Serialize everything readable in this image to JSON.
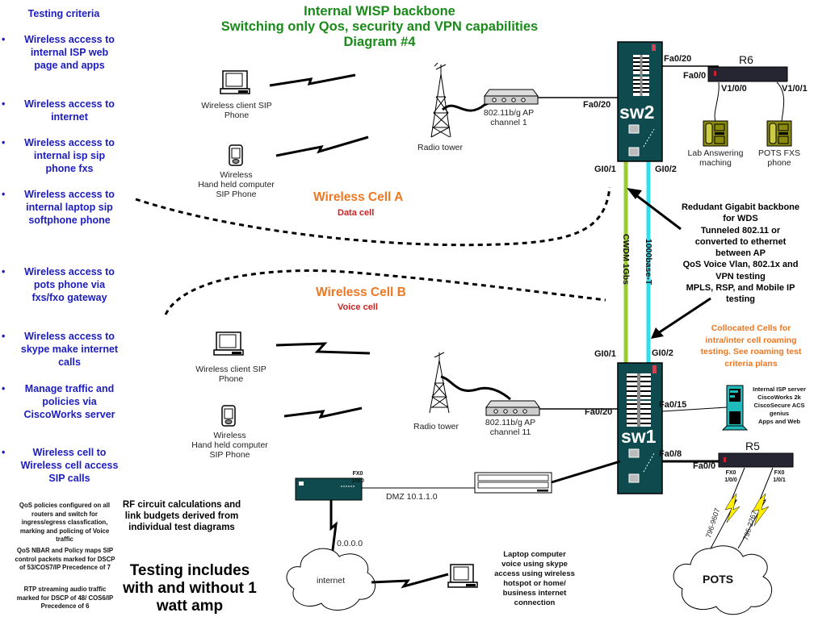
{
  "title": {
    "line1": "Internal WISP backbone",
    "line2": "Switching only Qos, security and VPN capabilities",
    "line3": "Diagram #4"
  },
  "testing_criteria": {
    "heading": "Testing criteria",
    "items": [
      "Wireless access to internal ISP web page and apps",
      "Wireless access to internet",
      "Wireless access to internal isp sip phone fxs",
      "Wireless access to internal laptop sip softphone phone",
      "Wireless access to pots phone via fxs/fxo gateway",
      "Wireless access to skype make internet calls",
      "Manage traffic and policies via CiscoWorks server",
      "Wireless cell to Wireless cell access SIP calls"
    ],
    "bullet": "•"
  },
  "qos_notes": [
    "QoS policies configured on all routers and switch for ingress/egress classfication, marking and policing of Voice traffic",
    "QoS NBAR and Policy maps SIP control packets marked for DSCP of 53/COS7/IP Precedence of 7",
    "RTP streaming audio traffic marked for DSCP of 48/ COS6/IP Precedence of 6"
  ],
  "rf_note": "RF circuit calculations and link budgets derived from individual test diagrams",
  "testing_includes": "Testing includes with and without 1 watt amp",
  "cell_a": {
    "title": "Wireless Cell A",
    "subtitle": "Data cell",
    "laptop_label_1": "Wireless client SIP",
    "laptop_label_2": "Phone",
    "pda_label_1": "Wireless",
    "pda_label_2": "Hand held computer",
    "pda_label_3": "SIP Phone",
    "tower_label": "Radio tower",
    "ap_label_1": "802.11b/g AP",
    "ap_label_2": "channel 1"
  },
  "cell_b": {
    "title": "Wireless Cell B",
    "subtitle": "Voice cell",
    "laptop_label_1": "Wireless client SIP",
    "laptop_label_2": "Phone",
    "pda_label_1": "Wireless",
    "pda_label_2": "Hand held computer",
    "pda_label_3": "SIP Phone",
    "tower_label": "Radio tower",
    "ap_label_1": "802.11b/g AP",
    "ap_label_2": "channel 11"
  },
  "sw2": {
    "name": "sw2",
    "ap_port": "Fa0/20",
    "r6_port": "Fa0/20",
    "gi1": "GI0/1",
    "gi2": "GI0/2"
  },
  "sw1": {
    "name": "sw1",
    "ap_port": "Fa0/20",
    "server_port": "Fa0/15",
    "r5_port": "Fa0/8",
    "gi1": "GI0/1",
    "gi2": "GI0/2"
  },
  "r6": {
    "name": "R6",
    "fa_port": "Fa0/0",
    "v0": "V1/0/0",
    "v1": "V1/0/1",
    "phone1_label_1": "Lab Answering",
    "phone1_label_2": "maching",
    "phone2_label_1": "POTS FXS",
    "phone2_label_2": "phone"
  },
  "r5": {
    "name": "R5",
    "fa_port": "Fa0/0",
    "fxo0_1": "FX0",
    "fxo0_2": "1/0/0",
    "fxo1_1": "FX0",
    "fxo1_2": "1/0/1",
    "line0": "796-9607",
    "line1": "796-2267",
    "cloud": "POTS"
  },
  "links": {
    "cwdm": "CWDM 1Gbs",
    "base_t": "1000base-T",
    "cwdm_color": "#99cc33",
    "base_t_color": "#33ddee"
  },
  "backbone_note": [
    "Redudant Gigabit backbone",
    "for WDS",
    "Tunneled 802.11 or",
    "converted to ethernet",
    "between AP",
    "QoS Voice Vlan, 802.1x and",
    "VPN testing",
    "MPLS, RSP, and Mobile IP",
    "testing"
  ],
  "collocated_note": [
    "Collocated Cells for",
    "intra/inter cell roaming",
    "testing. See roaming test",
    "criteria plans"
  ],
  "server_note": [
    "Internal ISP server",
    "CiscoWorks 2k",
    "CiscoSecure ACS",
    "genius",
    "Apps and Web"
  ],
  "firewall": {
    "port_1": "FX0",
    "port_2": "1/0/0",
    "dmz": "DMZ 10.1.1.0",
    "wan": "0.0.0.0"
  },
  "internet": {
    "cloud": "internet",
    "laptop_note": [
      "Laptop computer",
      "voice using skype",
      "access using  wireless",
      "hotspot or home/",
      "business internet",
      "connection"
    ]
  },
  "colors": {
    "title_green": "#1a8a1a",
    "criteria_blue": "#1c1cbf",
    "cell_orange": "#ee7722",
    "cell_red": "#cc2222",
    "switch_teal": "#0f4a4f",
    "phone_olive": "#8a8a10",
    "server_cyan": "#22bbbb",
    "pots_yellow": "#ffee00"
  }
}
